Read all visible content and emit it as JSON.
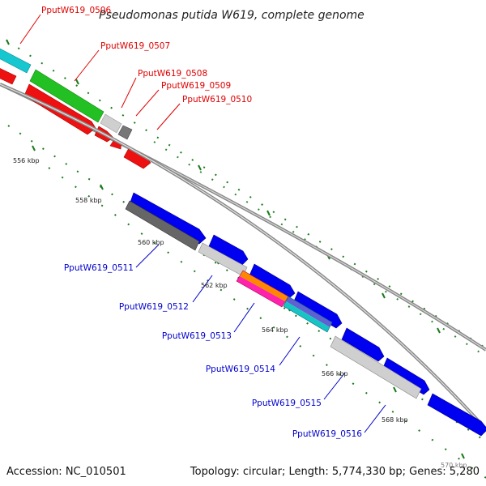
{
  "map": {
    "title": "Pseudomonas putida W619, complete genome",
    "accession": "Accession: NC_010501",
    "summary": "Topology: circular; Length: 5,774,330 bp; Genes: 5,280",
    "faded_corner_label": "570 kbp"
  },
  "colors": {
    "forward_cds": "#0000ff",
    "reverse_cds": "#ff0000",
    "red_labels": "#e00000",
    "blue_labels": "#0000cc",
    "backbone": "#888888",
    "tick_marks": "#1a7a1a"
  },
  "kbp_markers": [
    "556 kbp",
    "558 kbp",
    "560 kbp",
    "562 kbp",
    "564 kbp",
    "566 kbp",
    "568 kbp"
  ],
  "gene_labels_top": [
    "PputW619_0506",
    "PputW619_0507",
    "PputW619_0508",
    "PputW619_0509",
    "PputW619_0510"
  ],
  "gene_labels_bottom": [
    "PputW619_0511",
    "PputW619_0512",
    "PputW619_0513",
    "PputW619_0514",
    "PputW619_0515",
    "PputW619_0516"
  ]
}
